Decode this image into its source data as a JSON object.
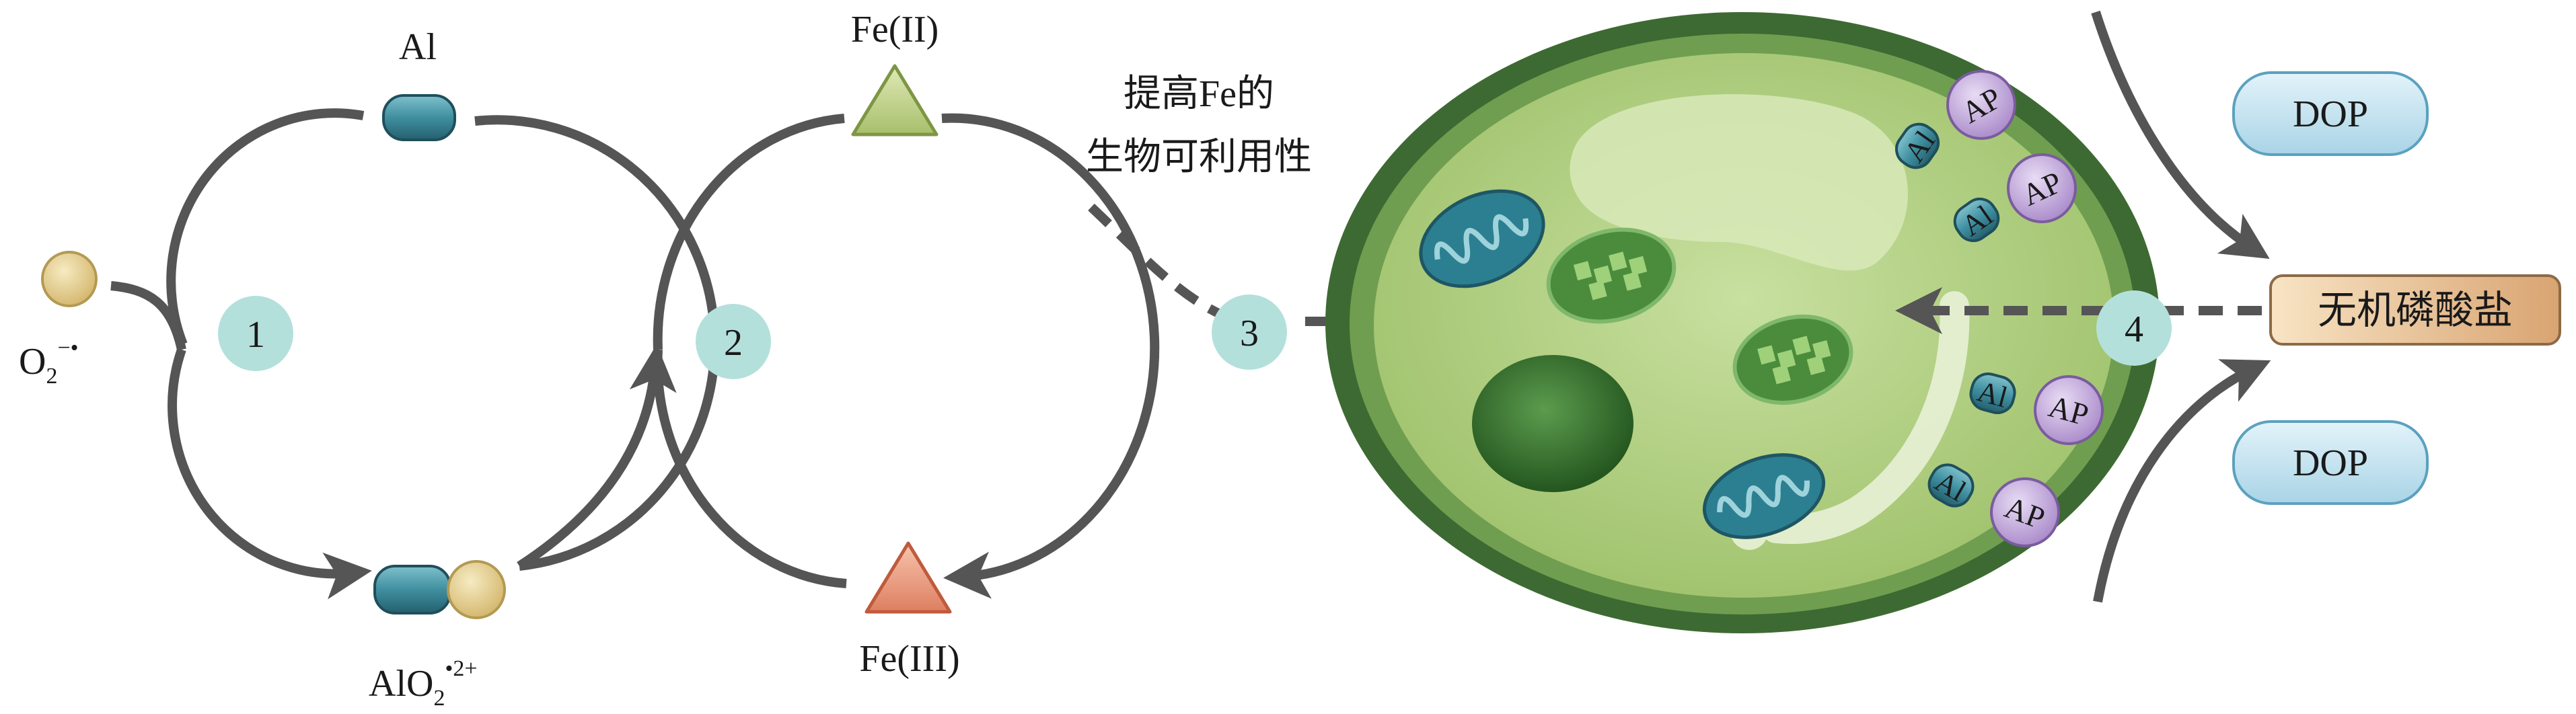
{
  "labels": {
    "al": "Al",
    "o2_main": "O",
    "o2_sub": "2",
    "o2_sup": "−•",
    "alo2_main": "AlO",
    "alo2_sub": "2",
    "alo2_sup": "•2+",
    "fe2": "Fe(II)",
    "fe3": "Fe(III)",
    "bioavail_line1": "提高Fe的",
    "bioavail_line2": "生物可利用性",
    "inorganic_phosphate": "无机磷酸盐",
    "dop_top": "DOP",
    "dop_bottom": "DOP",
    "membrane_al": "Al",
    "membrane_ap": "AP"
  },
  "steps": [
    "1",
    "2",
    "3",
    "4"
  ],
  "colors": {
    "arrow": "#555555",
    "step_circle": "#b4e0dc",
    "al_capsule": "#3f8fa0",
    "o2_sphere": "#e4cd8c",
    "fe2_triangle": "#c2d48e",
    "fe3_triangle": "#eb9a7c",
    "cell_outer": "#3d6a32",
    "cell_ring": "#6f9e50",
    "cell_inner": "#b3cf80",
    "nucleus": "#3b7a34",
    "ap_circle": "#c8aee2",
    "dop_box": "#bfe0ee",
    "phosphate_box": "#e9c59a"
  }
}
